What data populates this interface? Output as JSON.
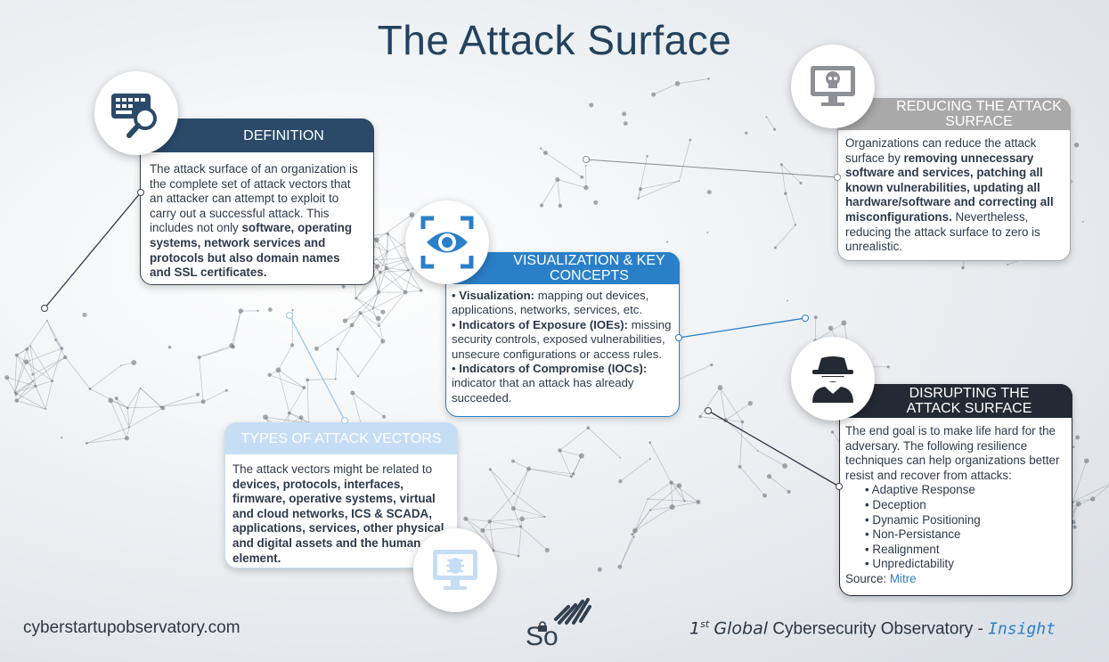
{
  "title": "The Attack Surface",
  "colors": {
    "navy": "#2b4a6a",
    "blue": "#2a7fc9",
    "gray": "#a9a9a9",
    "lightblue": "#c6def5",
    "dark": "#232a33"
  },
  "definition": {
    "header": "DEFINITION",
    "icon": "keyboard-search-icon",
    "text_before": "The attack surface of an organization is the complete set of attack vectors that an attacker can attempt to exploit to carry out a successful attack. This includes not only ",
    "text_bold": "software, operating systems, network services and protocols but also domain names and SSL certificates."
  },
  "visualization": {
    "header_line1": "VISUALIZATION & KEY",
    "header_line2": "CONCEPTS",
    "icon": "eye-scan-icon",
    "items": [
      {
        "label": "Visualization:",
        "text": " mapping out devices, applications, networks, services, etc."
      },
      {
        "label": "Indicators of Exposure (IOEs):",
        "text": " missing security controls, exposed vulnerabilities, unsecure configurations or access rules."
      },
      {
        "label": "Indicators of Compromise (IOCs):",
        "text": " indicator that an attack has already succeeded."
      }
    ]
  },
  "reducing": {
    "header_line1": "REDUCING THE ATTACK",
    "header_line2": "SURFACE",
    "icon": "skull-monitor-icon",
    "text_before": "Organizations can reduce the attack surface by ",
    "text_bold": "removing unnecessary software and services, patching all known vulnerabilities, updating all hardware/software and correcting all misconfigurations.",
    "text_after": " Nevertheless, reducing the attack surface to zero is unrealistic."
  },
  "types": {
    "header": "TYPES OF ATTACK VECTORS",
    "icon": "bug-monitor-icon",
    "text_before": "The attack vectors might be related to ",
    "text_bold": "devices, protocols, interfaces, firmware, operative systems, virtual and cloud networks, ICS & SCADA,  applications, services, other physical and digital assets and the human element."
  },
  "disrupting": {
    "header_line1": "DISRUPTING THE",
    "header_line2": "ATTACK SURFACE",
    "icon": "spy-icon",
    "intro": "The end goal is to make life hard for the adversary. The following resilience techniques can help organizations better resist and recover from attacks:",
    "techniques": [
      "Adaptive Response",
      "Deception",
      "Dynamic Positioning",
      "Non-Persistance",
      "Realignment",
      "Unpredictability"
    ],
    "source_label": "Source: ",
    "source_link": "Mitre"
  },
  "footer": {
    "website": "cyberstartupobservatory.com",
    "rank_num": "1",
    "rank_sup": "st",
    "global": "Global",
    "observatory": "Cybersecurity Observatory",
    "dash": " - ",
    "insight": "Insight",
    "logo_text": "So"
  }
}
